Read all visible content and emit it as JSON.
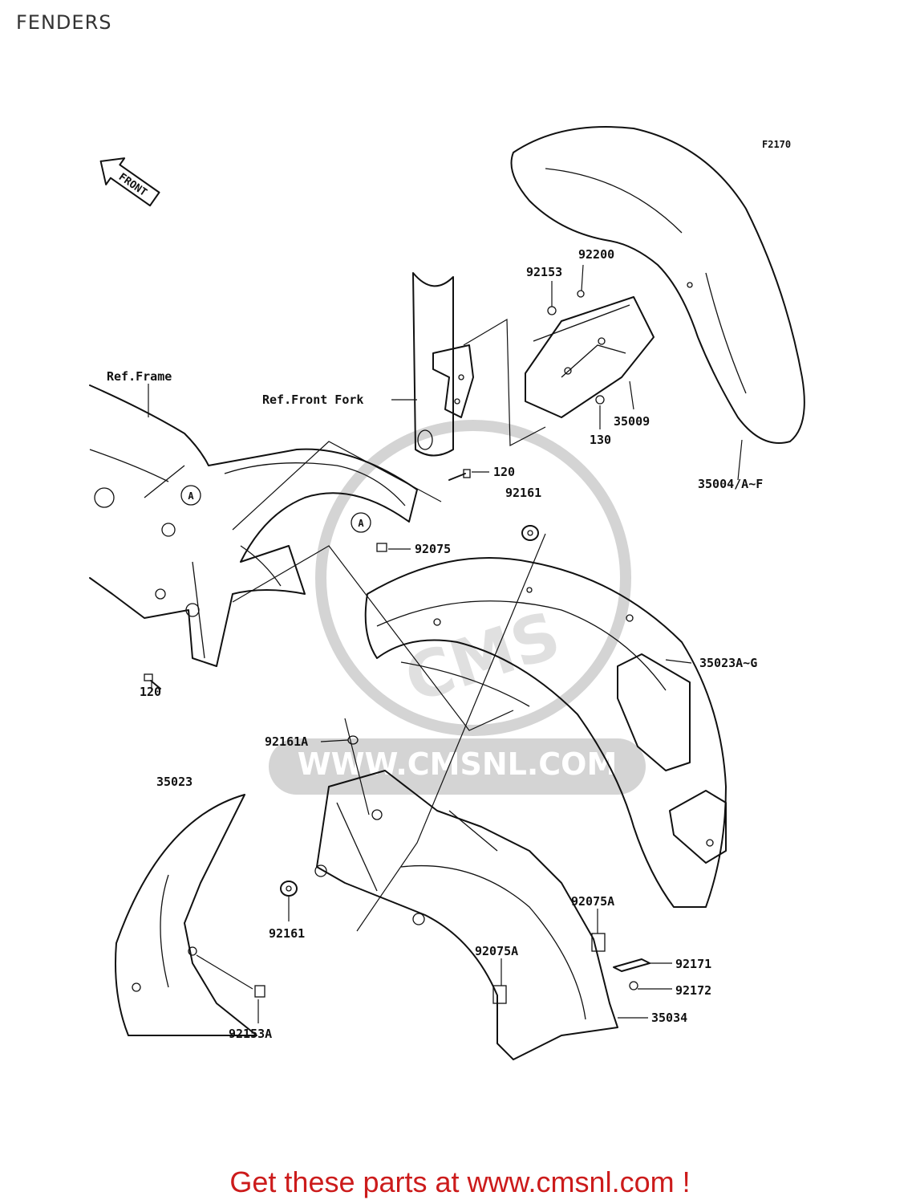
{
  "page": {
    "title": "FENDERS"
  },
  "diagram": {
    "figure_code": "F2170",
    "front_arrow_text": "FRONT",
    "watermark": {
      "brand": "CMS",
      "url": "WWW.CMSNL.COM"
    },
    "callouts": {
      "ref_frame": "Ref.Frame",
      "ref_front_fork": "Ref.Front Fork",
      "ref_a_1": "A",
      "ref_a_2": "A",
      "p92200": "92200",
      "p92153": "92153",
      "p35009": "35009",
      "p130": "130",
      "p35004": "35004/A~F",
      "p120_top": "120",
      "p92161_top": "92161",
      "p92075": "92075",
      "p120_bottom": "120",
      "p35023a": "35023A~G",
      "p92161a": "92161A",
      "p35023": "35023",
      "p92161_bottom": "92161",
      "p92075a_1": "92075A",
      "p92075a_2": "92075A",
      "p92171": "92171",
      "p92172": "92172",
      "p35034": "35034",
      "p92153a": "92153A"
    }
  },
  "footer": {
    "cta": "Get these parts at www.cmsnl.com !"
  }
}
